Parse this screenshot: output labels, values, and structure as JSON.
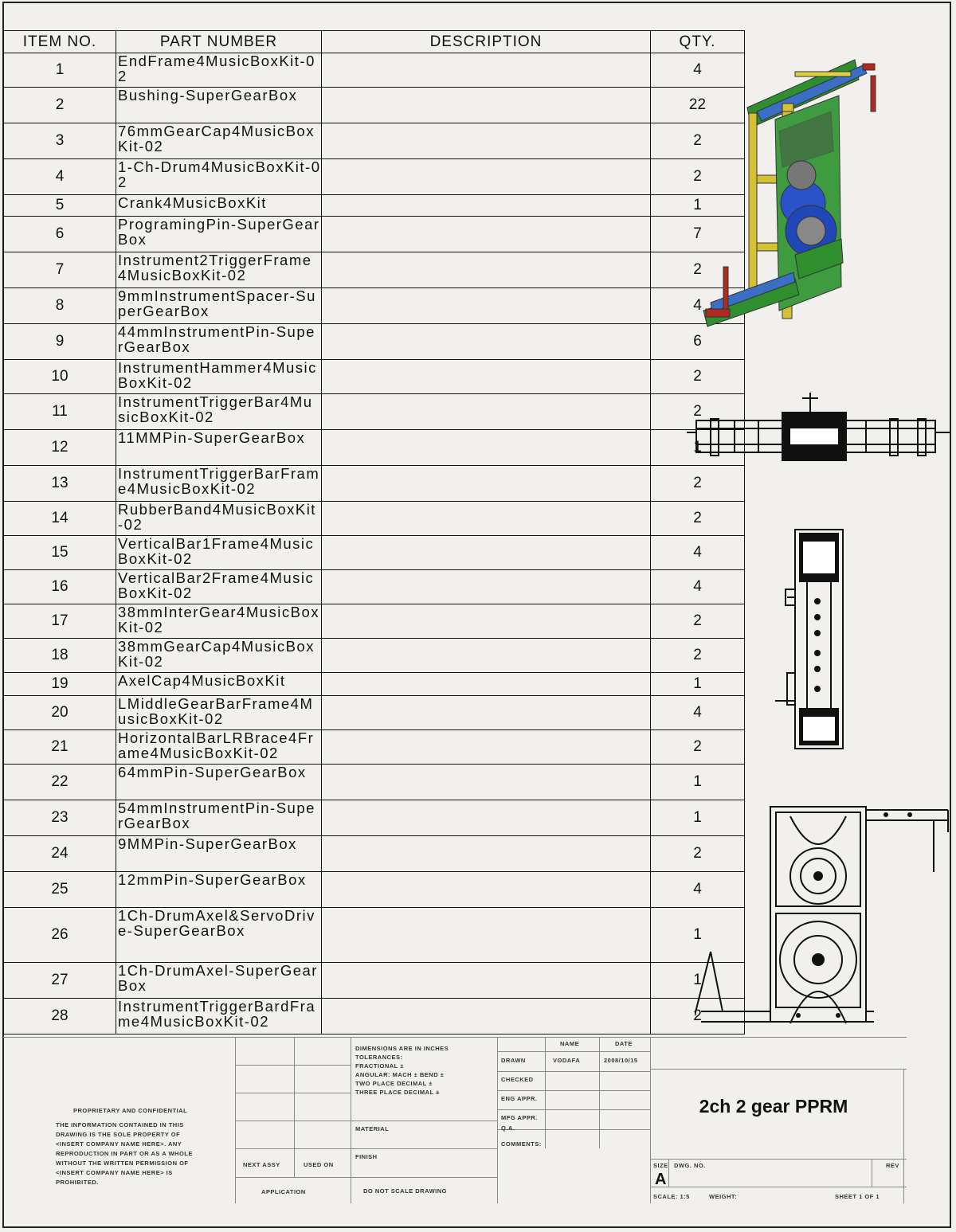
{
  "bom": {
    "headers": {
      "item": "ITEM NO.",
      "part": "PART NUMBER",
      "desc": "DESCRIPTION",
      "qty": "QTY."
    },
    "rows": [
      {
        "item": "1",
        "part": "EndFrame4MusicBoxKit-02",
        "desc": "",
        "qty": "4"
      },
      {
        "item": "2",
        "part": "Bushing-SuperGearBox",
        "desc": "",
        "qty": "22"
      },
      {
        "item": "3",
        "part": "76mmGearCap4MusicBoxKit-02",
        "desc": "",
        "qty": "2"
      },
      {
        "item": "4",
        "part": "1-Ch-Drum4MusicBoxKit-02",
        "desc": "",
        "qty": "2"
      },
      {
        "item": "5",
        "part": "Crank4MusicBoxKit",
        "desc": "",
        "qty": "1"
      },
      {
        "item": "6",
        "part": "ProgramingPin-SuperGearBox",
        "desc": "",
        "qty": "7"
      },
      {
        "item": "7",
        "part": "Instrument2TriggerFrame4MusicBoxKit-02",
        "desc": "",
        "qty": "2"
      },
      {
        "item": "8",
        "part": "9mmInstrumentSpacer-SuperGearBox",
        "desc": "",
        "qty": "4"
      },
      {
        "item": "9",
        "part": "44mmInstrumentPin-SuperGearBox",
        "desc": "",
        "qty": "6"
      },
      {
        "item": "10",
        "part": "InstrumentHammer4MusicBoxKit-02",
        "desc": "",
        "qty": "2"
      },
      {
        "item": "11",
        "part": "InstrumentTriggerBar4MusicBoxKit-02",
        "desc": "",
        "qty": "2"
      },
      {
        "item": "12",
        "part": "11MMPin-SuperGearBox",
        "desc": "",
        "qty": "1"
      },
      {
        "item": "13",
        "part": "InstrumentTriggerBarFrame4MusicBoxKit-02",
        "desc": "",
        "qty": "2"
      },
      {
        "item": "14",
        "part": "RubberBand4MusicBoxKit-02",
        "desc": "",
        "qty": "2"
      },
      {
        "item": "15",
        "part": "VerticalBar1Frame4MusicBoxKit-02",
        "desc": "",
        "qty": "4"
      },
      {
        "item": "16",
        "part": "VerticalBar2Frame4MusicBoxKit-02",
        "desc": "",
        "qty": "4"
      },
      {
        "item": "17",
        "part": "38mmInterGear4MusicBoxKit-02",
        "desc": "",
        "qty": "2"
      },
      {
        "item": "18",
        "part": "38mmGearCap4MusicBoxKit-02",
        "desc": "",
        "qty": "2"
      },
      {
        "item": "19",
        "part": "AxelCap4MusicBoxKit",
        "desc": "",
        "qty": "1"
      },
      {
        "item": "20",
        "part": "LMiddleGearBarFrame4MusicBoxKit-02",
        "desc": "",
        "qty": "4"
      },
      {
        "item": "21",
        "part": "HorizontalBarLRBrace4Frame4MusicBoxKit-02",
        "desc": "",
        "qty": "2"
      },
      {
        "item": "22",
        "part": "64mmPin-SuperGearBox",
        "desc": "",
        "qty": "1"
      },
      {
        "item": "23",
        "part": "54mmInstrumentPin-SuperGearBox",
        "desc": "",
        "qty": "1"
      },
      {
        "item": "24",
        "part": "9MMPin-SuperGearBox",
        "desc": "",
        "qty": "2"
      },
      {
        "item": "25",
        "part": "12mmPin-SuperGearBox",
        "desc": "",
        "qty": "4"
      },
      {
        "item": "26",
        "part": "1Ch-DrumAxel&ServoDrive-SuperGearBox",
        "desc": "",
        "qty": "1"
      },
      {
        "item": "27",
        "part": "1Ch-DrumAxel-SuperGearBox",
        "desc": "",
        "qty": "1"
      },
      {
        "item": "28",
        "part": "InstrumentTriggerBardFrame4MusicBoxKit-02",
        "desc": "",
        "qty": "2"
      }
    ]
  },
  "title_block": {
    "proprietary_heading": "PROPRIETARY AND CONFIDENTIAL",
    "proprietary_lines": [
      "THE INFORMATION CONTAINED IN THIS",
      "DRAWING IS THE SOLE PROPERTY OF",
      "<INSERT COMPANY NAME HERE>. ANY",
      "REPRODUCTION IN PART OR AS A WHOLE",
      "WITHOUT THE WRITTEN PERMISSION OF",
      "<INSERT COMPANY NAME HERE> IS",
      "PROHIBITED."
    ],
    "next_assy": "NEXT ASSY",
    "used_on": "USED ON",
    "application": "APPLICATION",
    "dimensions_lines": [
      "DIMENSIONS ARE IN INCHES",
      "TOLERANCES:",
      "FRACTIONAL ±",
      "ANGULAR: MACH ±   BEND ±",
      "TWO PLACE DECIMAL    ±",
      "THREE PLACE DECIMAL  ±"
    ],
    "material": "MATERIAL",
    "finish": "FINISH",
    "do_not_scale": "DO NOT SCALE DRAWING",
    "name_header": "NAME",
    "date_header": "DATE",
    "drawn": "DRAWN",
    "drawn_name": "VODAFA",
    "drawn_date": "2008/10/15",
    "checked": "CHECKED",
    "eng_appr": "ENG APPR.",
    "mfg_appr": "MFG APPR.",
    "qa": "Q.A.",
    "comments": "COMMENTS:",
    "title": "2ch 2 gear PPRM",
    "size_label": "SIZE",
    "size": "A",
    "dwg_no": "DWG. NO.",
    "rev": "REV",
    "scale": "SCALE: 1:5",
    "weight": "WEIGHT:",
    "sheet": "SHEET 1 OF 1"
  }
}
